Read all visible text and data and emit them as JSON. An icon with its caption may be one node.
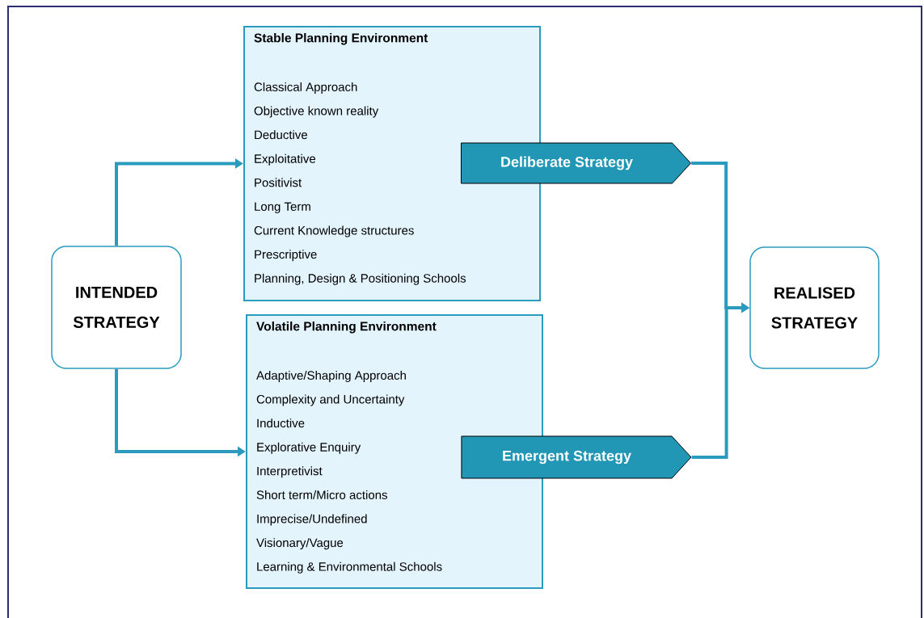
{
  "diagram": {
    "nodes": [
      {
        "text": [
          "INTENDED STRATEGY"
        ]
      },
      {
        "text": [
          "Stable Planning Environment",
          "Classical Approach",
          "Objective known reality",
          "Deductive",
          "Exploitative",
          "Positivist",
          "Long Term",
          "Current Knowledge structures",
          "Prescriptive",
          "Planning, Design & Positioning Schools"
        ]
      },
      {
        "text": [
          "Deliberate Strategy"
        ]
      },
      {
        "text": [
          "Volatile Planning Environment",
          "Adaptive/Shaping Approach",
          "Complexity and Uncertainty",
          "Inductive",
          "Explorative Enquiry",
          "Interpretivist",
          "Short term/Micro actions",
          "Imprecise/Undefined",
          "Visionary/Vague",
          "Learning & Environmental Schools"
        ]
      },
      {
        "text": [
          "Emergent Strategy"
        ]
      },
      {
        "text": [
          "REALISED STRATEGY"
        ]
      }
    ],
    "edges": [
      {
        "from": 0,
        "to": 1,
        "arrow": "to"
      },
      {
        "from": 0,
        "to": 3,
        "arrow": "to"
      },
      {
        "from": 2,
        "to": 5,
        "arrow": "to"
      },
      {
        "from": 4,
        "to": 5,
        "arrow": "to"
      }
    ]
  }
}
